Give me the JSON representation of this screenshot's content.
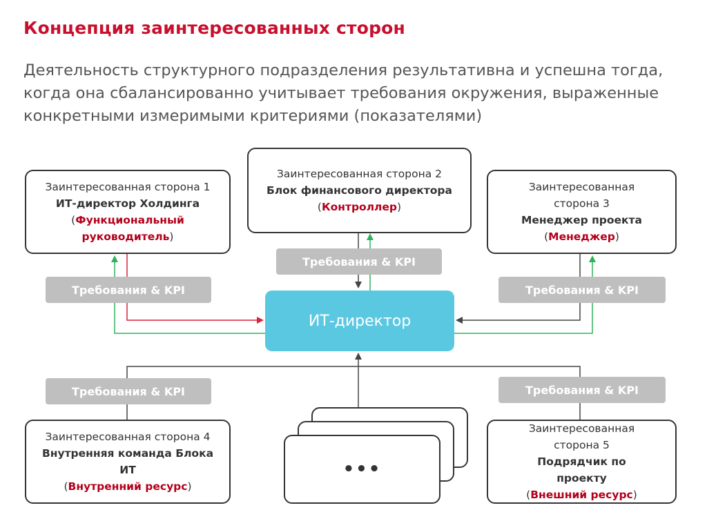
{
  "title": "Концепция заинтересованных сторон",
  "subtitle": "Деятельность структурного подразделения результативна и успешна тогда, когда она сбалансированно учитывает требования окружения, выраженные конкретными измеримыми критериями (показателями)",
  "center": {
    "label": "ИТ-директор"
  },
  "kpi_label": "Требования & KPI",
  "stakeholders": [
    {
      "name": "Заинтересованная сторона 1",
      "role": "ИТ-директор Холдинга",
      "open": "(",
      "tag": "Функциональный руководитель",
      "close": ")"
    },
    {
      "name": "Заинтересованная сторона 2",
      "role": "Блок финансового директора",
      "open": "(",
      "tag": "Контроллер",
      "close": ")"
    },
    {
      "name": "Заинтересованная сторона 3",
      "role": "Менеджер проекта",
      "open": "(",
      "tag": "Менеджер",
      "close": ")"
    },
    {
      "name": "Заинтересованная сторона 4",
      "role": "Внутренняя команда Блока ИТ",
      "open": "(",
      "tag": "Внутренний ресурс",
      "close": ")"
    },
    {
      "name": "Заинтересованная сторона 5",
      "role": "Подрядчик по проекту",
      "open": "(",
      "tag": "Внешний ресурс",
      "close": ")"
    }
  ],
  "more_label": "•••",
  "colors": {
    "title": "#c8102e",
    "center": "#5bc8e2",
    "kpi": "#bfbfbf",
    "arrow_red": "#d8223e",
    "arrow_green": "#2db35a",
    "arrow_dark": "#555555"
  }
}
